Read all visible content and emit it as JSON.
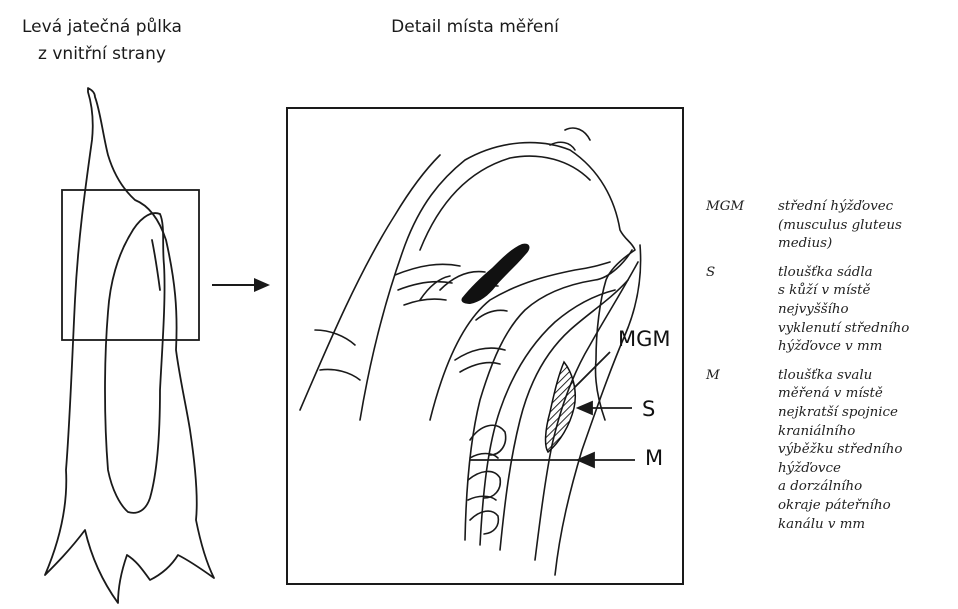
{
  "left_panel": {
    "title_line1": "Levá jatečná půlka",
    "title_line2": "z vnitřní strany"
  },
  "right_panel": {
    "title": "Detail místa měření",
    "callouts": {
      "mgm": "MGM",
      "s": "S",
      "m": "M"
    }
  },
  "legend": [
    {
      "abbr": "MGM",
      "lines": [
        "střední hýžďovec",
        "(musculus gluteus",
        "medius)"
      ]
    },
    {
      "abbr": "S",
      "lines": [
        "tloušťka sádla",
        "s kůží v místě",
        "nejvyššího",
        "vyklenutí středního",
        "hýžďovce v mm"
      ]
    },
    {
      "abbr": "M",
      "lines": [
        "tloušťka svalu",
        "měřená v místě",
        "nejkratší spojnice",
        "kraniálního",
        "výběžku středního",
        "hýžďovce",
        "a dorzálního",
        "okraje páteřního",
        "kanálu v mm"
      ]
    }
  ]
}
